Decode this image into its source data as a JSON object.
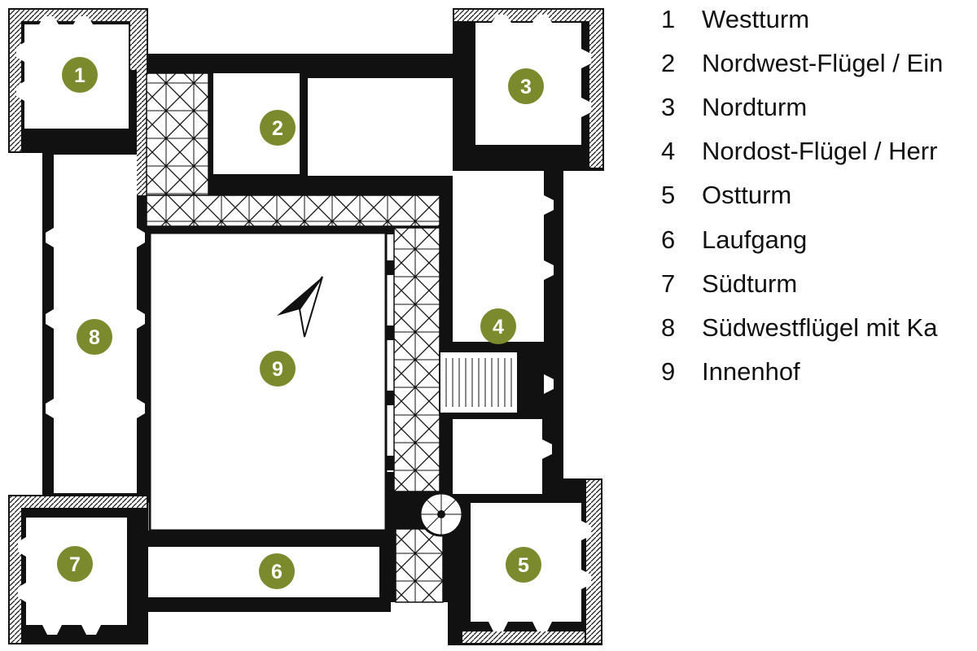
{
  "plan": {
    "marker_color": "#7a8a2c",
    "wall_color": "#111111",
    "markers": [
      "1",
      "2",
      "3",
      "4",
      "5",
      "6",
      "7",
      "8",
      "9"
    ]
  },
  "legend": {
    "items": [
      {
        "num": "1",
        "text": "Westturm"
      },
      {
        "num": "2",
        "text": "Nordwest-Flügel / Ein"
      },
      {
        "num": "3",
        "text": "Nordturm"
      },
      {
        "num": "4",
        "text": "Nordost-Flügel / Herr"
      },
      {
        "num": "5",
        "text": "Ostturm"
      },
      {
        "num": "6",
        "text": "Laufgang"
      },
      {
        "num": "7",
        "text": "Südturm"
      },
      {
        "num": "8",
        "text": "Südwestflügel mit Ka"
      },
      {
        "num": "9",
        "text": "Innenhof"
      }
    ]
  }
}
